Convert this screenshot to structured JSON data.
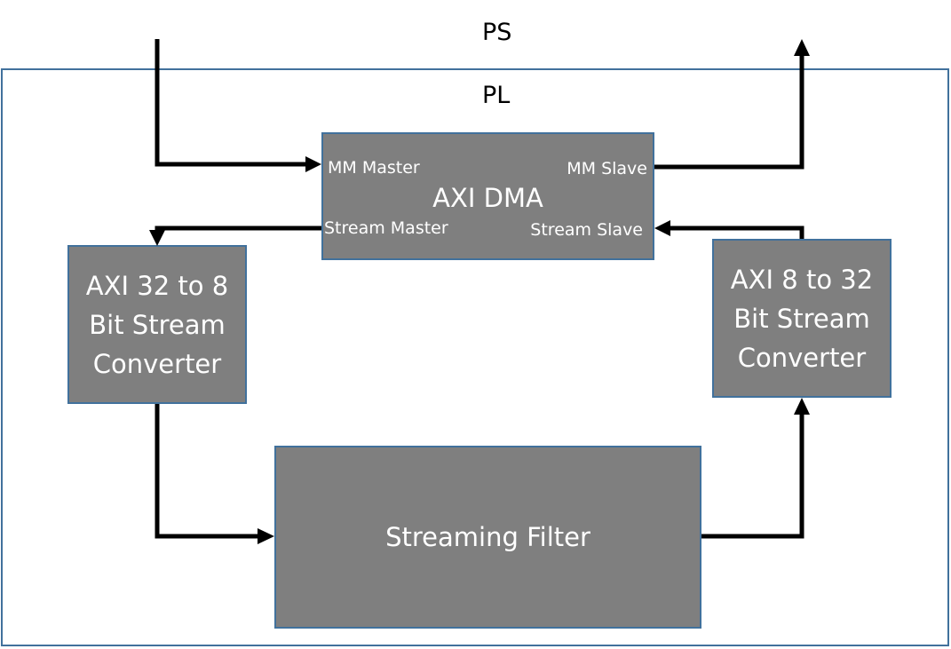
{
  "regions": {
    "ps_label": "PS",
    "pl_label": "PL"
  },
  "dma": {
    "title": "AXI DMA",
    "ports": {
      "mm_master": "MM Master",
      "mm_slave": "MM Slave",
      "stream_master": "Stream Master",
      "stream_slave": "Stream Slave"
    }
  },
  "converter_32_to_8": {
    "label": "AXI 32 to 8\nBit Stream\nConverter"
  },
  "converter_8_to_32": {
    "label": "AXI 8 to 32\nBit Stream\nConverter"
  },
  "filter": {
    "label": "Streaming Filter"
  },
  "colors": {
    "block_fill": "#7f7f7f",
    "block_border": "#41719c",
    "frame_border": "#41719c",
    "wire": "#000000",
    "text_light": "#ffffff"
  }
}
